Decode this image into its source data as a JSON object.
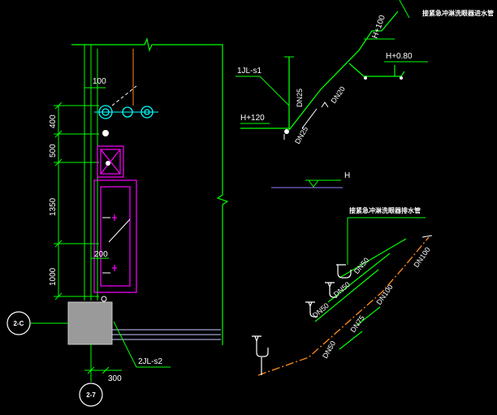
{
  "colors": {
    "background": "#000000",
    "green": "#00ff00",
    "white": "#ffffff",
    "cyan": "#00ffff",
    "magenta": "#ff00ff",
    "orange": "#ff8c1a",
    "gray_block": "#9a9a9a",
    "purple_line": "#9a7dff",
    "yellow": "#ffff00"
  },
  "plan": {
    "dim_top": "100",
    "dim_200": "200",
    "dim_300": "300",
    "dims_vertical": [
      "400",
      "500",
      "1350",
      "1000"
    ],
    "grid_bubble_1": "2-C",
    "grid_bubble_2": "2-7",
    "riser_tag": "2JL-s2"
  },
  "supply_diagram": {
    "title": "接紧急冲淋洗眼器进水管",
    "riser_tag": "1JL-s1",
    "elev_top": "H+100",
    "elev_right": "H+0.80",
    "elev_left": "H+120",
    "elev_base": "H",
    "pipe_labels": [
      "DN25",
      "DN20",
      "DN25"
    ]
  },
  "drain_diagram": {
    "title": "接紧急冲淋洗眼器排水管",
    "pipe_labels": [
      "DN50",
      "DN50",
      "DN50",
      "DN100",
      "DN75",
      "DN100",
      "DN50"
    ]
  }
}
